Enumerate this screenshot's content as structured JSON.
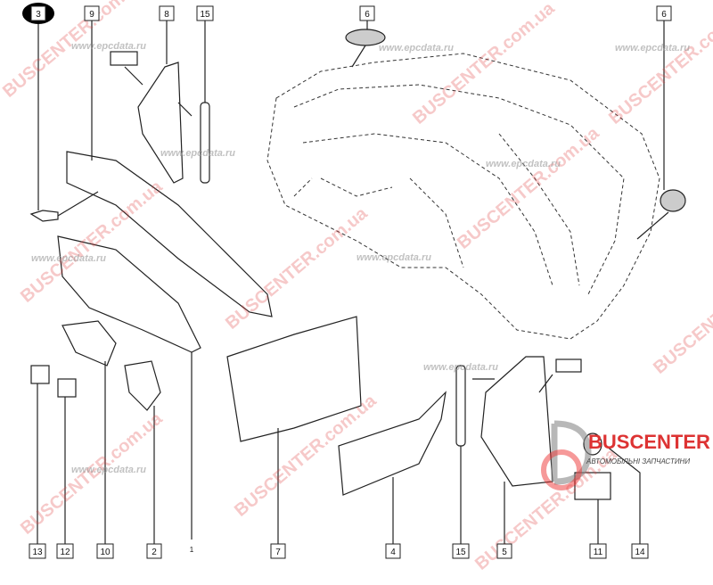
{
  "labels": {
    "top": [
      "3",
      "9",
      "8",
      "15",
      "6",
      "6"
    ],
    "bottom": [
      "13",
      "12",
      "10",
      "2",
      "1",
      "7",
      "4",
      "15",
      "5",
      "11",
      "14"
    ]
  },
  "watermarks": {
    "site": "BUSCENTER.com.ua",
    "epc": "www.epcdata.ru"
  },
  "logo": {
    "name": "BUSCENTER",
    "tagline": "АВТОМОБІЛЬНІ ЗАПЧАСТИНИ"
  },
  "colors": {
    "watermark": "#e04040",
    "logo": "#dd3333",
    "line": "#222222"
  }
}
